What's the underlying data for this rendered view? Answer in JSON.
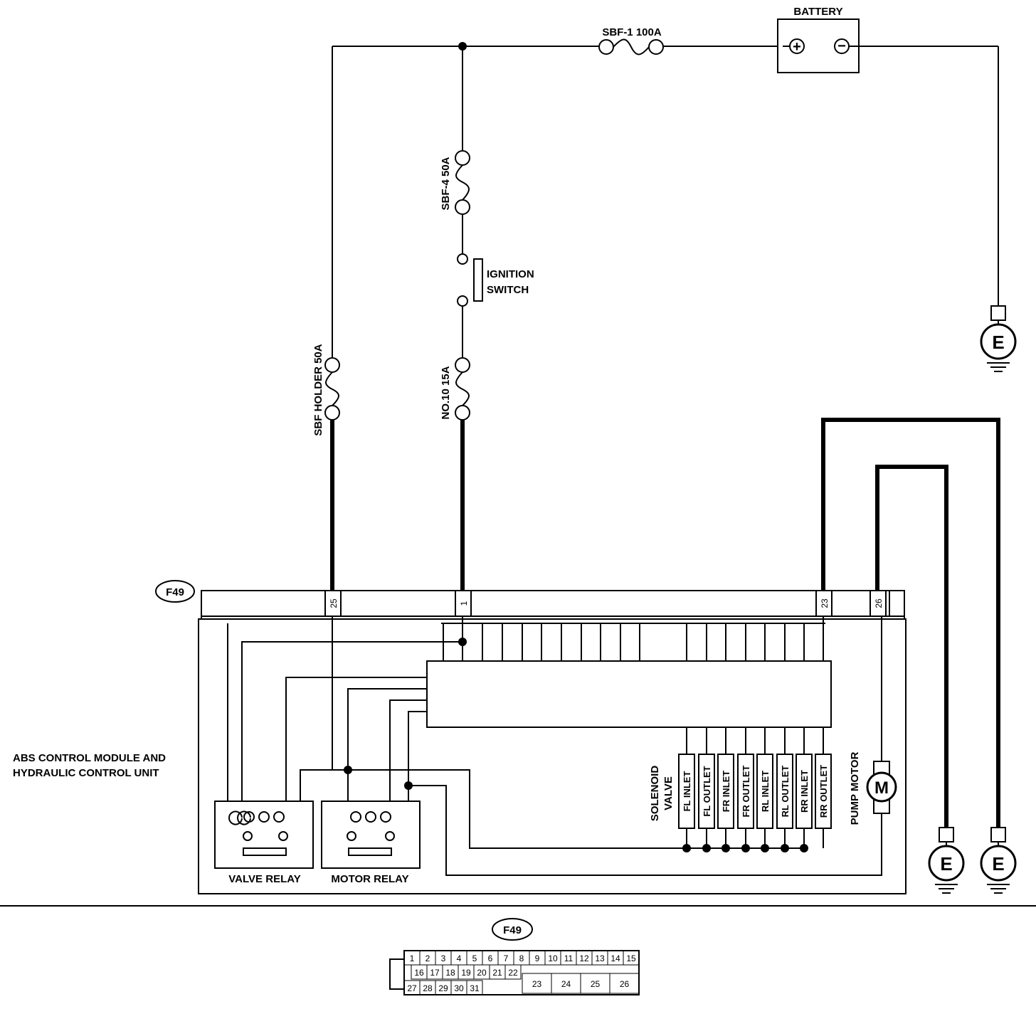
{
  "labels": {
    "battery": "BATTERY",
    "sbf1": "SBF-1 100A",
    "sbf4": "SBF-4 50A",
    "ignition_line1": "IGNITION",
    "ignition_line2": "SWITCH",
    "no10": "NO.10 15A",
    "sbf_holder": "SBF HOLDER 50A",
    "module_line1": "ABS CONTROL MODULE AND",
    "module_line2": "HYDRAULIC CONTROL UNIT",
    "connector": "F49",
    "valve_relay": "VALVE RELAY",
    "motor_relay": "MOTOR RELAY",
    "solenoid_line1": "SOLENOID",
    "solenoid_line2": "VALVE",
    "pump_motor": "PUMP MOTOR",
    "motor_symbol": "M",
    "earth": "E",
    "plus": "+",
    "minus": "−"
  },
  "terminal_pins": [
    "25",
    "1",
    "23",
    "26"
  ],
  "solenoids": [
    "FL INLET",
    "FL OUTLET",
    "FR INLET",
    "FR OUTLET",
    "RL INLET",
    "RL OUTLET",
    "RR INLET",
    "RR OUTLET"
  ],
  "connector_pins": {
    "row1": [
      "1",
      "2",
      "3",
      "4",
      "5",
      "6",
      "7",
      "8",
      "9",
      "10",
      "11",
      "12",
      "13",
      "14",
      "15"
    ],
    "row2": [
      "16",
      "17",
      "18",
      "19",
      "20",
      "21",
      "22"
    ],
    "row3": [
      "27",
      "28",
      "29",
      "30",
      "31"
    ],
    "big": [
      "23",
      "24",
      "25",
      "26"
    ]
  }
}
